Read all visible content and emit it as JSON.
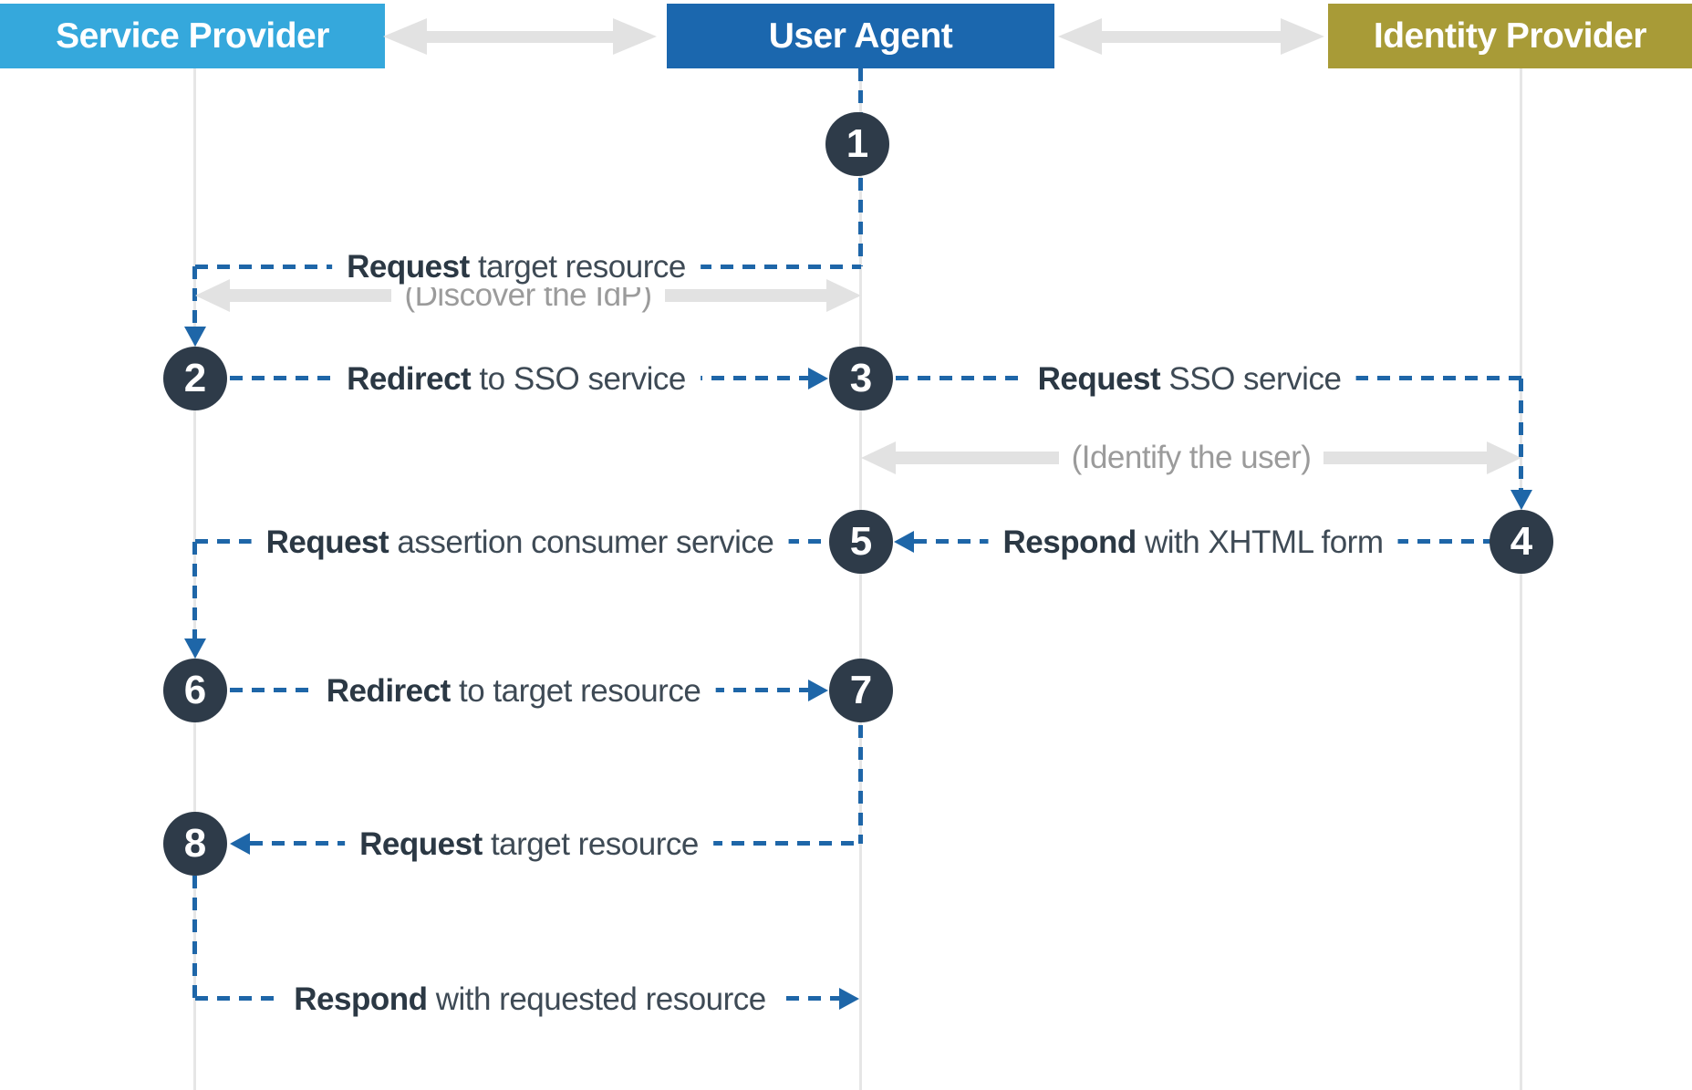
{
  "actors": [
    {
      "label": "Service Provider"
    },
    {
      "label": "User Agent"
    },
    {
      "label": "Identity Provider"
    }
  ],
  "steps": [
    "1",
    "2",
    "3",
    "4",
    "5",
    "6",
    "7",
    "8"
  ],
  "messages": [
    {
      "bold": "Request",
      "rest": " target resource"
    },
    {
      "bold": "Redirect",
      "rest": " to SSO service"
    },
    {
      "bold": "Request",
      "rest": " SSO service"
    },
    {
      "bold": "Respond",
      "rest": " with XHTML form"
    },
    {
      "bold": "Request",
      "rest": " assertion consumer service"
    },
    {
      "bold": "Redirect",
      "rest": " to target resource"
    },
    {
      "bold": "Request",
      "rest": " target resource"
    },
    {
      "bold": "Respond",
      "rest": " with requested resource"
    }
  ],
  "annotations": [
    {
      "label": "(Discover the IdP)"
    },
    {
      "label": "(Identify the user)"
    }
  ],
  "colors": {
    "sp": "#35A8DC",
    "ua": "#1B67AE",
    "idp": "#A89B37",
    "circle": "#2E3B49",
    "blue": "#1E66A8",
    "grayArrow": "#E2E2E2",
    "grayText": "#9B9B9B",
    "labelBold": "#2B3844",
    "labelRest": "#3E4A55",
    "lifeline": "#E6E6E6"
  }
}
